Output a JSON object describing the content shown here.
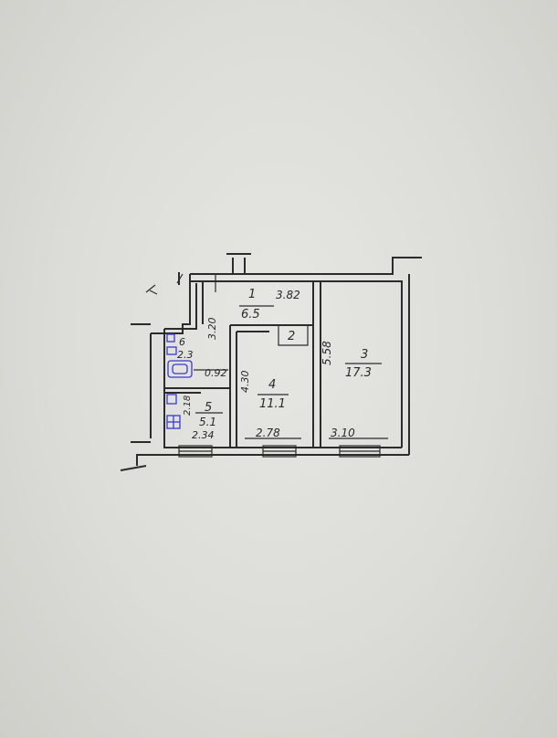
{
  "rooms": [
    {
      "number": "1",
      "area": "6.5"
    },
    {
      "number": "2",
      "area": ""
    },
    {
      "number": "3",
      "area": "17.3"
    },
    {
      "number": "4",
      "area": "11.1"
    },
    {
      "number": "5",
      "area": "5.1"
    },
    {
      "number": "6",
      "area": "2.3"
    }
  ],
  "dimensions": {
    "hall_width": "3.82",
    "hall_height": "3.20",
    "room3_height": "5.58",
    "room4_height": "4.30",
    "bath_width": "0.92",
    "kitchen_height": "2.18",
    "kitchen_width": "2.34",
    "room4_width": "2.78",
    "room3_width": "3.10"
  },
  "colors": {
    "ink": "#2b2b2b",
    "fixtures": "#3a3ad0",
    "paper": "#e2e2de"
  },
  "icons": [
    "bathtub-icon",
    "toilet-icon",
    "stove-icon",
    "sink-icon"
  ]
}
